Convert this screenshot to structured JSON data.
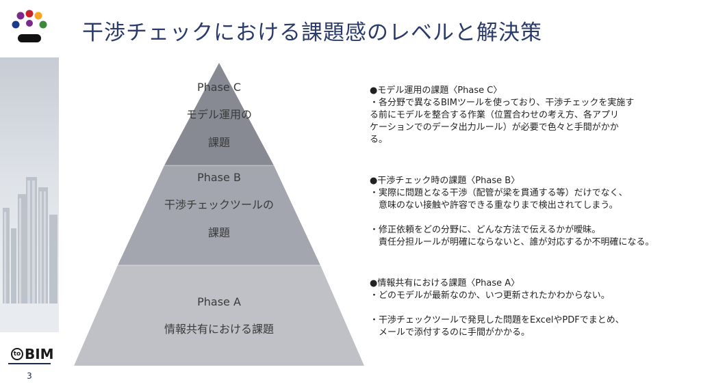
{
  "title": "干渉チェックにおける課題感のレベルと解決策",
  "brand": {
    "ring_text": "to",
    "name": "BIM"
  },
  "page_number": "3",
  "logo_colors": [
    "#7a2a8a",
    "#c8232c",
    "#f5a623",
    "#1a3a8a",
    "#3b8a3c",
    "#7a2a8a",
    "#111111"
  ],
  "pyramid": {
    "phase_c": {
      "phase": "Phase C",
      "line1": "モデル運用の",
      "line2": "課題"
    },
    "phase_b": {
      "phase": "Phase B",
      "line1": "干渉チェックツールの",
      "line2": "課題"
    },
    "phase_a": {
      "phase": "Phase A",
      "line1": "情報共有における課題"
    },
    "colors": {
      "c": "#878a93",
      "b": "#a3a6ae",
      "a": "#bfc1c6"
    }
  },
  "sections": {
    "c": {
      "heading": "●モデル運用の課題〈Phase C〉",
      "lines": [
        "・各分野で異なるBIMツールを使っており、干渉チェックを実施す",
        "る前にモデルを整合する作業（位置合わせの考え方、各アプリ",
        "ケーションでのデータ出力ルール）が必要で色々と手間がかか",
        "る。"
      ]
    },
    "b": {
      "heading": "●干渉チェック時の課題〈Phase B〉",
      "lines1": [
        "・実際に問題となる干渉（配管が梁を貫通する等）だけでなく、",
        "　意味のない接触や許容できる重なりまで検出されてしまう。"
      ],
      "lines2": [
        "・修正依頼をどの分野に、どんな方法で伝えるかが曖昧。",
        "　責任分担ルールが明確にならないと、誰が対応するか不明確になる。"
      ]
    },
    "a": {
      "heading": "●情報共有における課題〈Phase A〉",
      "lines1": [
        "・どのモデルが最新なのか、いつ更新されたかわからない。"
      ],
      "lines2": [
        "・干渉チェックツールで発見した問題をExcelやPDFでまとめ、",
        "　メールで添付するのに手間がかかる。"
      ]
    }
  }
}
